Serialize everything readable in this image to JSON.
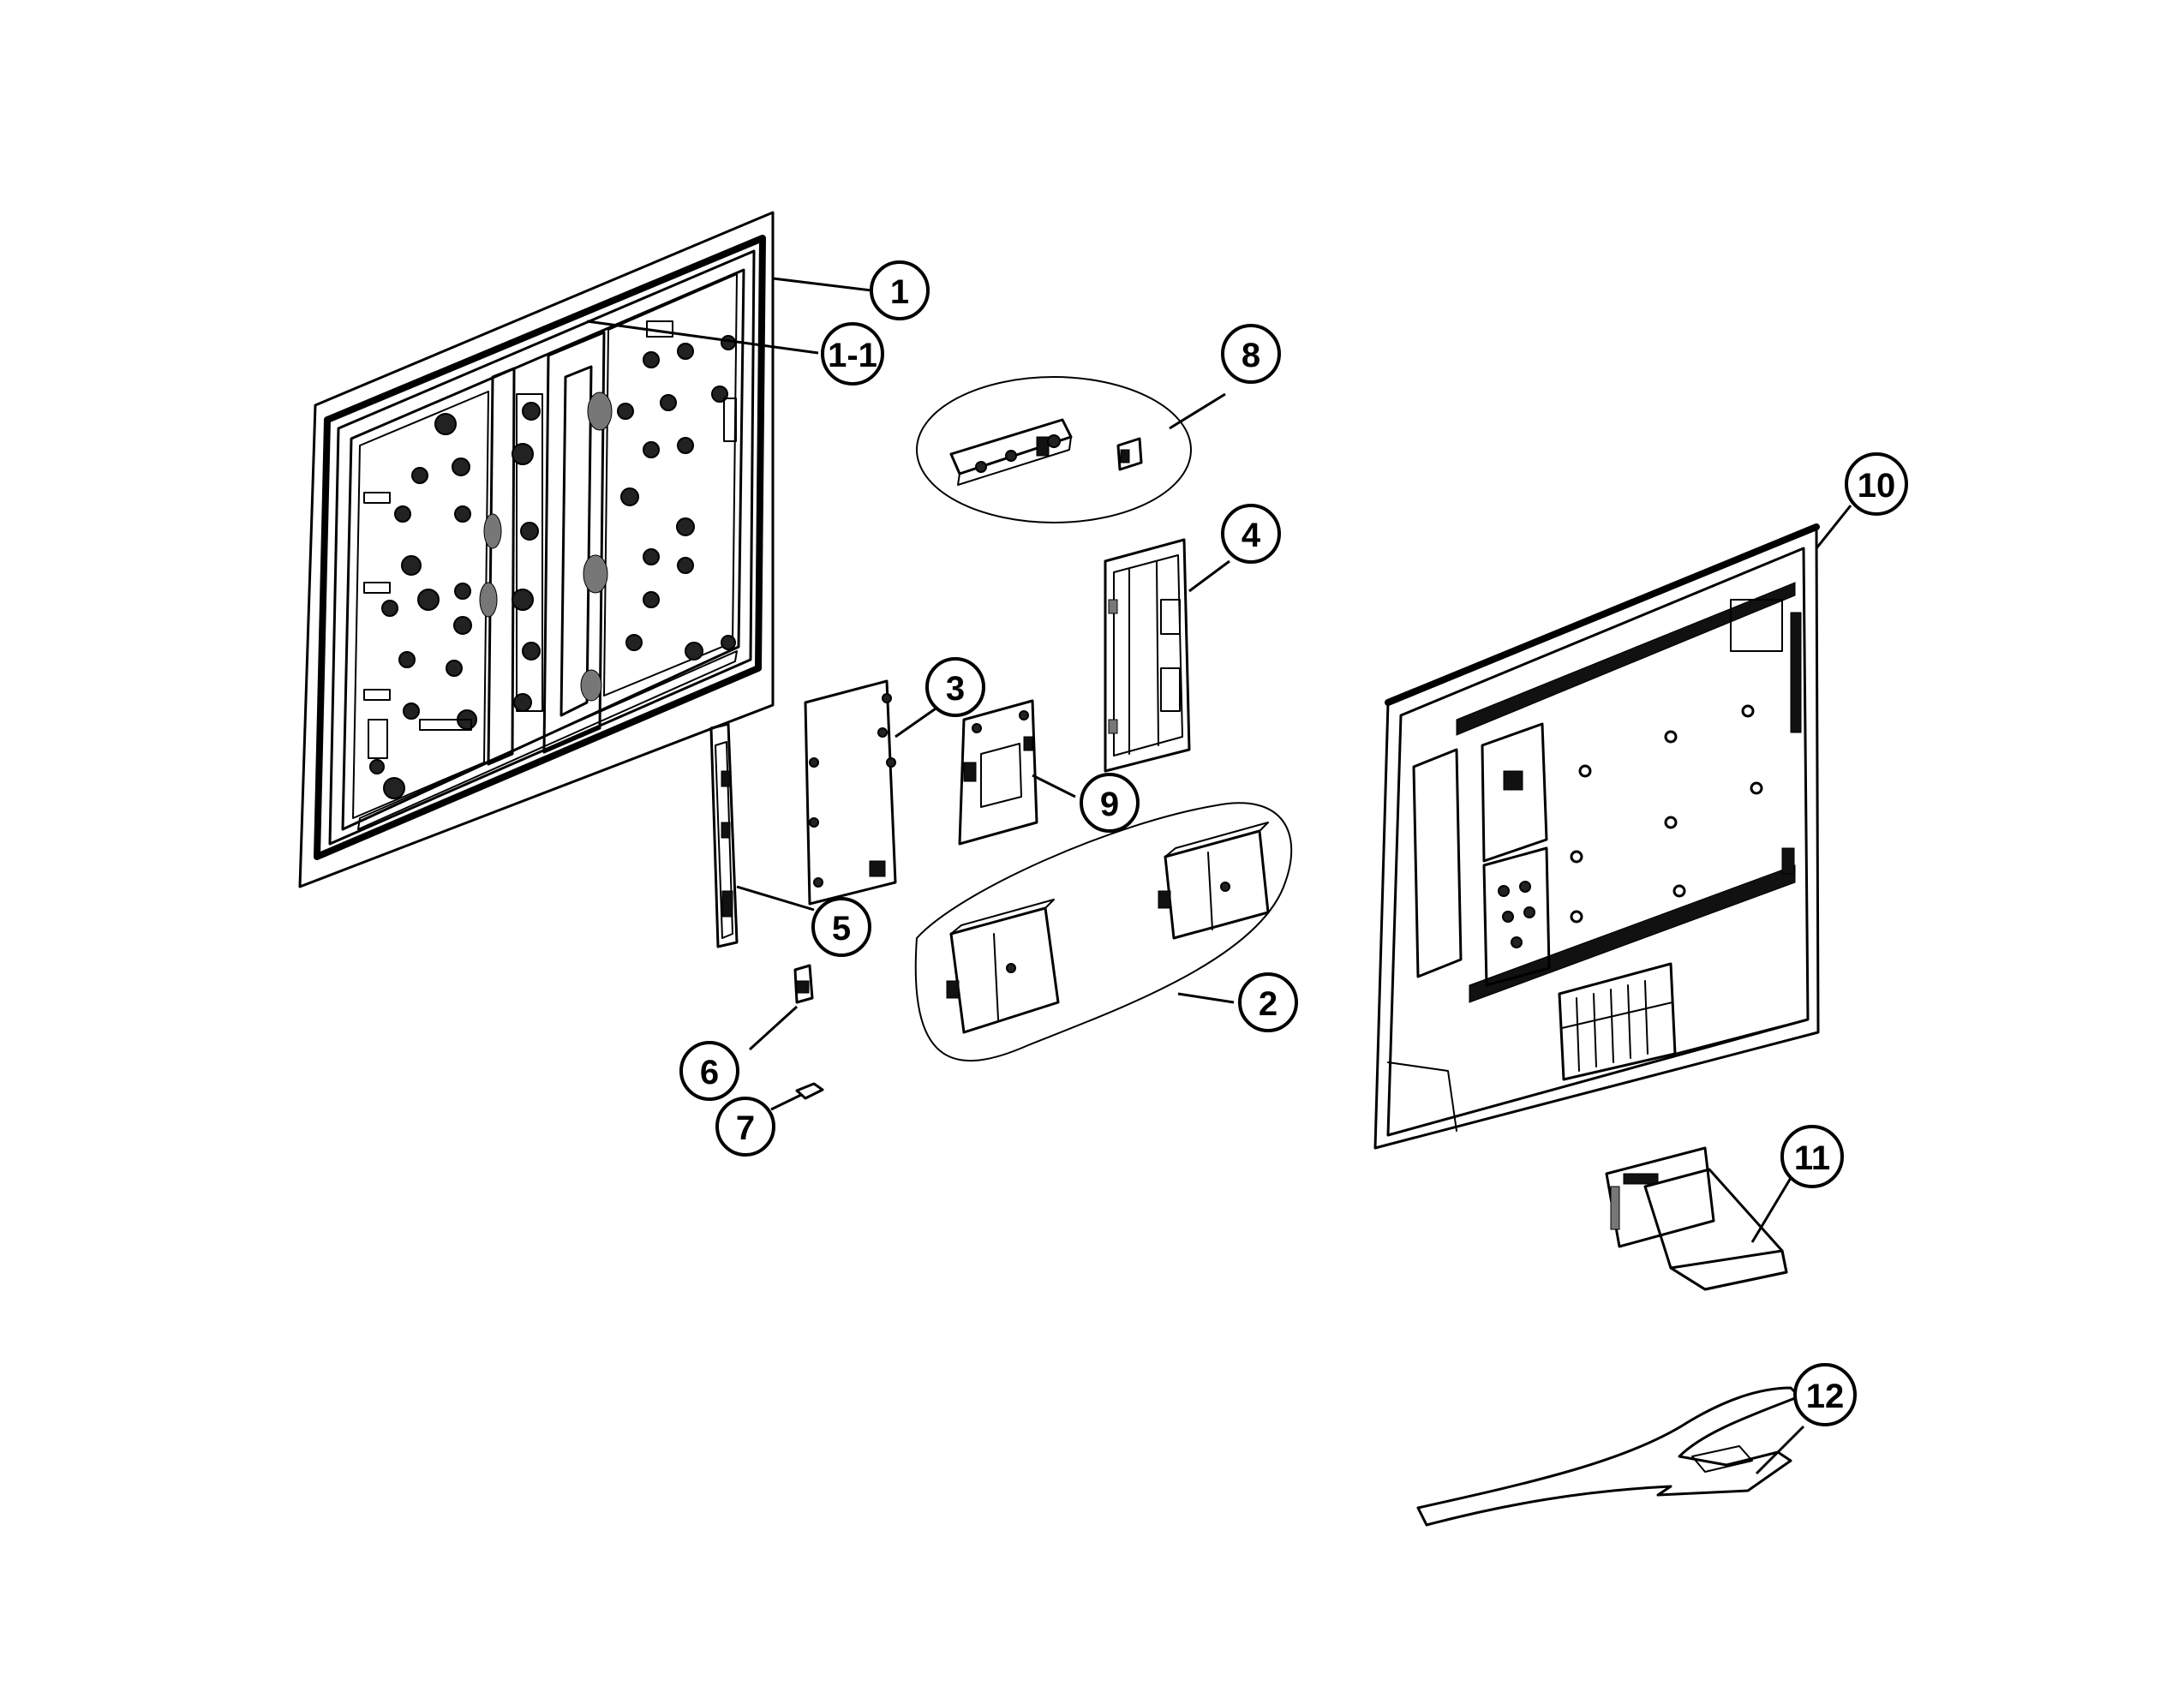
{
  "callouts": [
    {
      "id": "c1",
      "label": "1"
    },
    {
      "id": "c1-1",
      "label": "1-1"
    },
    {
      "id": "c2",
      "label": "2"
    },
    {
      "id": "c3",
      "label": "3"
    },
    {
      "id": "c4",
      "label": "4"
    },
    {
      "id": "c5",
      "label": "5"
    },
    {
      "id": "c6",
      "label": "6"
    },
    {
      "id": "c7",
      "label": "7"
    },
    {
      "id": "c8",
      "label": "8"
    },
    {
      "id": "c9",
      "label": "9"
    },
    {
      "id": "c10",
      "label": "10"
    },
    {
      "id": "c11",
      "label": "11"
    },
    {
      "id": "c12",
      "label": "12"
    }
  ]
}
